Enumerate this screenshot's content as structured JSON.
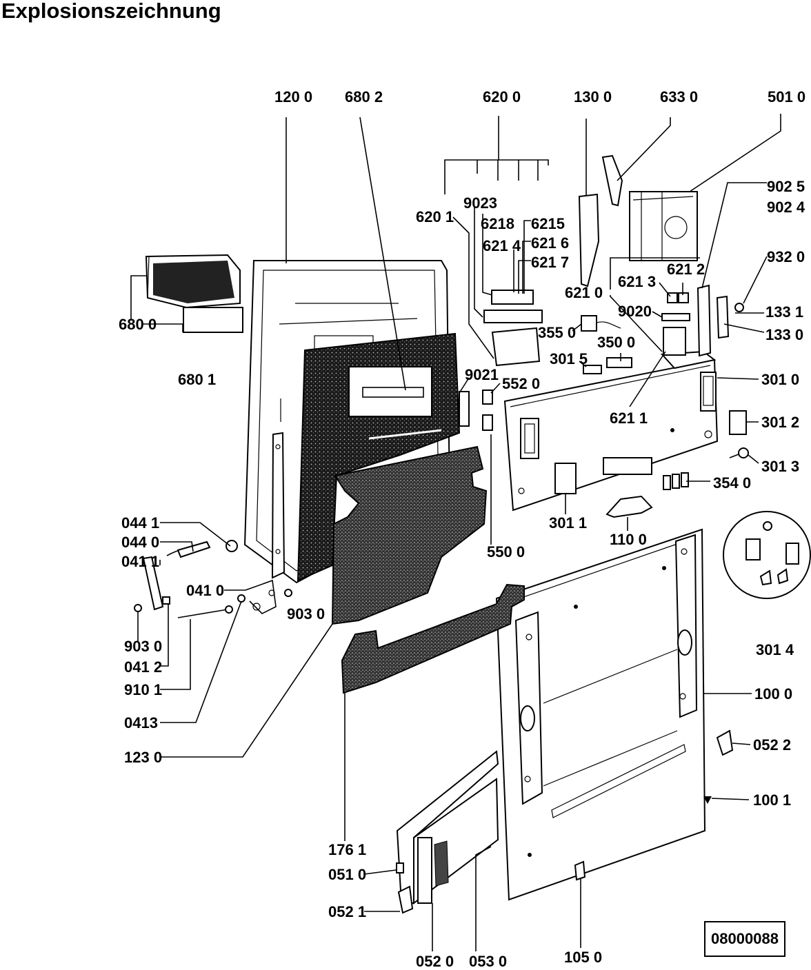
{
  "title": "Explosionszeichnung",
  "drawing_number": "08000088",
  "labels": {
    "l1200": "120 0",
    "l6802": "680 2",
    "l6200": "620 0",
    "l1300": "130 0",
    "l6330": "633 0",
    "l5010": "501 0",
    "l9025": "902 5",
    "l9024": "902 4",
    "l6201": "620 1",
    "l9023": "9023",
    "l6218": "6218",
    "l6215": "6215",
    "l6214": "621 4",
    "l6216": "621 6",
    "l6217": "621 7",
    "l9320": "932 0",
    "l6213": "621 3",
    "l6212": "621 2",
    "l6210": "621 0",
    "l9020": "9020",
    "l1331": "133 1",
    "l1330": "133 0",
    "l6800": "680 0",
    "l3550": "355 0",
    "l3500": "350 0",
    "l3015": "301 5",
    "l6801": "680 1",
    "l9021": "9021",
    "l5520": "552 0",
    "l3010": "301 0",
    "l6211": "621 1",
    "l3012": "301 2",
    "l3013": "301 3",
    "l3540": "354 0",
    "l0441": "044 1",
    "l0440": "044 0",
    "l0411": "041 1",
    "l3011": "301 1",
    "l1100": "110 0",
    "l5500": "550 0",
    "l0410": "041 0",
    "l9030a": "903 0",
    "l9030b": "903 0",
    "l0412": "041 2",
    "l9101": "910 1",
    "l3014": "301 4",
    "l1000": "100 0",
    "l0413": "0413",
    "l1230": "123 0",
    "l0522": "052 2",
    "l1001": "100 1",
    "l1761": "176 1",
    "l0510": "051 0",
    "l0521": "052 1",
    "l0520": "052 0",
    "l0530": "053 0",
    "l1050": "105 0"
  }
}
